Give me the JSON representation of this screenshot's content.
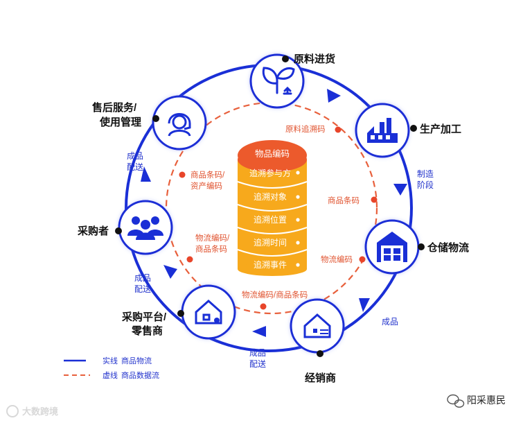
{
  "nodes": {
    "raw_material": "原料进货",
    "production": "生产加工",
    "warehouse": "仓储物流",
    "dealer": "经销商",
    "platform_line1": "采购平台/",
    "platform_line2": "零售商",
    "buyer": "采购者",
    "after_sales_line1": "售后服务/",
    "after_sales_line2": "使用管理"
  },
  "flow_labels": {
    "manufacturing_stage_1": "制造",
    "manufacturing_stage_2": "阶段",
    "finished_goods_right": "成品",
    "finished_goods_delivery_bottom_1": "成品",
    "finished_goods_delivery_bottom_2": "配送",
    "finished_goods_delivery_left_1": "成品",
    "finished_goods_delivery_left_2": "配送",
    "finished_goods_delivery_top_1": "成品",
    "finished_goods_delivery_top_2": "配送"
  },
  "data_flow_labels": {
    "raw_material_trace_code": "原料追溯码",
    "product_barcode_right": "商品条码",
    "logistics_code_right": "物流编码",
    "logistics_product_code_bottom": "物流编码/商品条码",
    "logistics_code_left_1": "物流编码/",
    "logistics_code_left_2": "商品条码",
    "product_barcode_left_1": "商品条码/",
    "product_barcode_left_2": "资产编码"
  },
  "cylinder": {
    "top_label": "物品编码",
    "layers": [
      "追溯参与方",
      "追溯对象",
      "追溯位置",
      "追溯时间",
      "追溯事件"
    ]
  },
  "legend": {
    "solid_line": "实线",
    "solid_meaning": "商品物流",
    "dashed_line": "虚线",
    "dashed_meaning": "商品数据流"
  },
  "brand": "阳采惠民",
  "watermark": "大数跨境",
  "colors": {
    "ring_blue": "#1a2fd6",
    "data_red": "#e8603c",
    "cylinder_orange": "#f7a91c",
    "cylinder_top": "#ec5a2c"
  }
}
